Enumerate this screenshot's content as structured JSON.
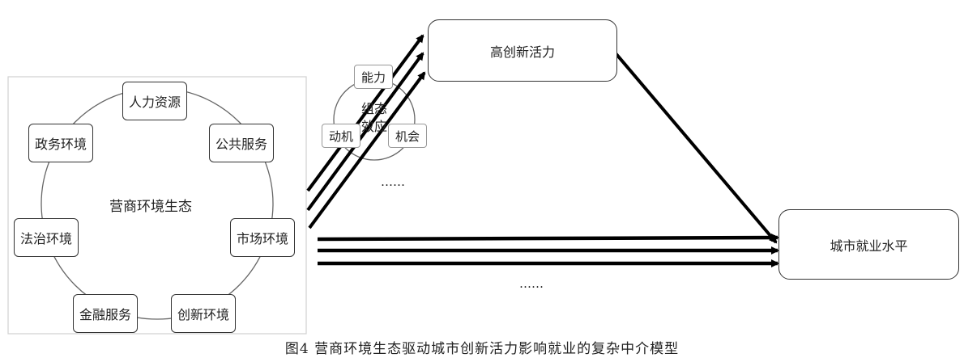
{
  "ecosystem": {
    "center_label": "营商环境生态",
    "factors": [
      "人力资源",
      "公共服务",
      "市场环境",
      "创新环境",
      "金融服务",
      "法治环境",
      "政务环境"
    ]
  },
  "config_effect": {
    "center_line1": "组态",
    "center_line2": "效应",
    "mechanisms": [
      "能力",
      "动机",
      "机会"
    ],
    "ellipsis": "……"
  },
  "mediator": {
    "label": "高创新活力"
  },
  "outcome": {
    "label": "城市就业水平"
  },
  "direct_ellipsis": "……",
  "caption": "图4  营商环境生态驱动城市创新活力影响就业的复杂中介模型"
}
